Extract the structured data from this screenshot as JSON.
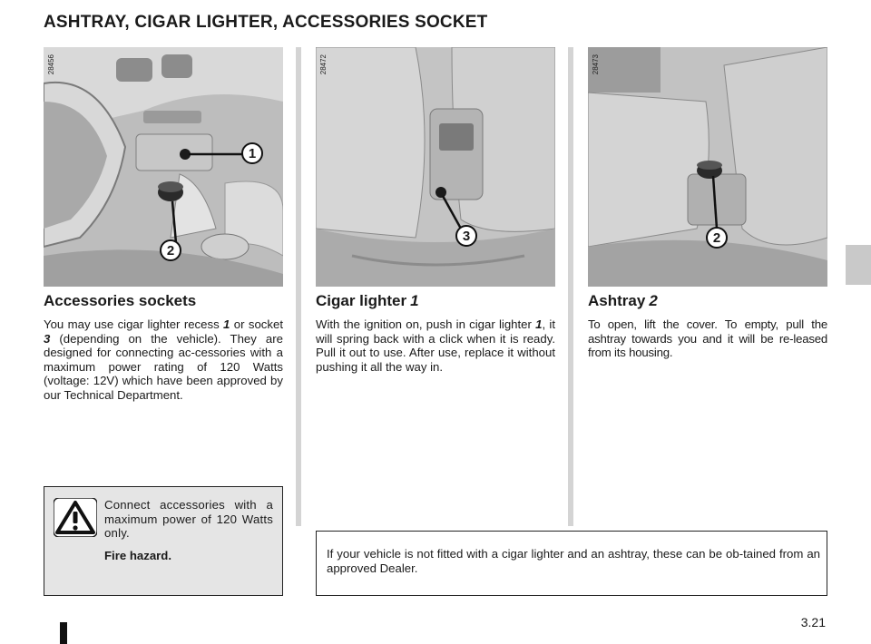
{
  "page": {
    "title": "ASHTRAY, CIGAR LIGHTER, ACCESSORIES SOCKET",
    "number": "3.21"
  },
  "figures": [
    {
      "code": "28456",
      "callouts": [
        "1",
        "2"
      ]
    },
    {
      "code": "28472",
      "callouts": [
        "3"
      ]
    },
    {
      "code": "28473",
      "callouts": [
        "2"
      ]
    }
  ],
  "sections": {
    "accessories": {
      "heading": "Accessories sockets",
      "text_1": "You may use cigar lighter recess ",
      "ref_1": "1",
      "text_2": " or socket ",
      "ref_2": "3",
      "text_3": " (depending on the vehicle). They are designed for connecting ac-cessories with a maximum power rating of 120 Watts (voltage: 12V) which have been approved by our Technical Department."
    },
    "cigar": {
      "heading": "Cigar lighter",
      "heading_num": "1",
      "text_1": "With the ignition on, push in cigar lighter ",
      "ref_1": "1",
      "text_2": ", it will spring back with a click when it is ready. Pull it out to use. After use, replace it without pushing it all the way in."
    },
    "ashtray": {
      "heading": "Ashtray",
      "heading_num": "2",
      "text": "To open, lift the cover. To empty, pull the ashtray towards you and it will be re-leased from its housing."
    }
  },
  "warning": {
    "icon": "warning-triangle-icon",
    "text": "Connect accessories with a maximum power of 120 Watts only.",
    "hazard": "Fire hazard."
  },
  "note": {
    "text": "If your vehicle is not fitted with a cigar lighter and an ashtray, these can be ob-tained from an approved Dealer."
  },
  "colors": {
    "divider": "#d4d4d4",
    "warning_bg": "#e5e5e5",
    "side_tab": "#c9c9c9"
  }
}
